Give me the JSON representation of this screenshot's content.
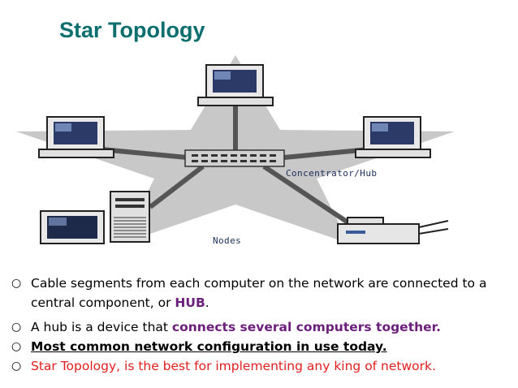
{
  "slide": {
    "title": "Star Topology"
  },
  "diagram": {
    "hub_label": "Concentrator/Hub",
    "nodes_label": "Nodes"
  },
  "bullets": {
    "b1_text": "Cable segments from each computer on the network are connected to a central component, or ",
    "b1_highlight": "HUB",
    "b1_end": ".",
    "b2_text": "A hub is a device that ",
    "b2_highlight": "connects several computers together.",
    "b3_text": "Most common network configuration in use today.",
    "b4_text": "Star Topology, is the best for implementing any king of network."
  },
  "colors": {
    "title": "#0d6e6e",
    "highlight_purple": "#6b1f7a",
    "red_text": "#e02020",
    "star_gray": "#c8c8c8"
  }
}
